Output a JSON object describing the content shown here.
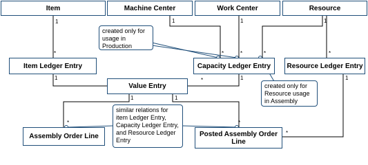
{
  "entities": {
    "item": "Item",
    "machine_center": "Machine Center",
    "work_center": "Work Center",
    "resource": "Resource",
    "item_ledger_entry": "Item Ledger Entry",
    "capacity_ledger_entry": "Capacity Ledger Entry",
    "resource_ledger_entry": "Resource Ledger Entry",
    "value_entry": "Value Entry",
    "assembly_order_line": "Assembly Order Line",
    "posted_assembly_order_line": "Posted Assembly Order Line"
  },
  "notes": {
    "production": "created only for usage in Production",
    "assembly": "created only for Resource usage in Assembly",
    "similar": "similar relations for item Ledger Entry, Capacity Ledger Entry, and Resource Ledger Entry"
  },
  "multiplicity": {
    "one": "1",
    "many": "*"
  }
}
